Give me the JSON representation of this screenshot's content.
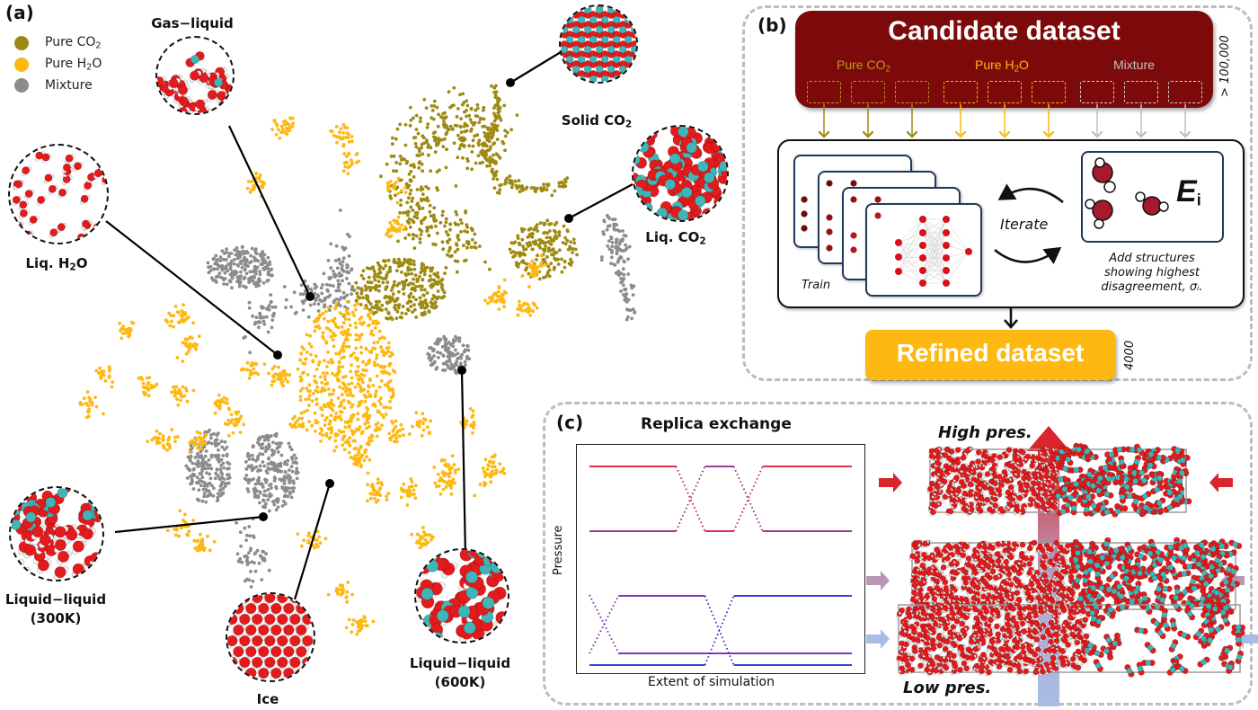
{
  "panels": {
    "a": {
      "label": "(a)",
      "legend": [
        {
          "name": "Pure CO₂",
          "color": "#9e8a13"
        },
        {
          "name": "Pure H₂O",
          "color": "#fdb812"
        },
        {
          "name": "Mixture",
          "color": "#8c8c8c"
        }
      ],
      "insets": [
        {
          "id": "gas-liquid",
          "label": "Gas−liquid"
        },
        {
          "id": "solid-co2",
          "label": "Solid CO₂"
        },
        {
          "id": "liq-co2",
          "label": "Liq. CO₂"
        },
        {
          "id": "liq-h2o",
          "label": "Liq. H₂O"
        },
        {
          "id": "liquid-liquid-300k",
          "label": "Liquid−liquid",
          "sublabel": "(300K)"
        },
        {
          "id": "ice",
          "label": "Ice"
        },
        {
          "id": "liquid-liquid-600k",
          "label": "Liquid−liquid",
          "sublabel": "(600K)"
        }
      ]
    },
    "b": {
      "label": "(b)",
      "candidate": {
        "title": "Candidate dataset",
        "size_note": "> 100,000",
        "categories": [
          {
            "name": "Pure CO₂",
            "color": "#b59a1c"
          },
          {
            "name": "Pure H₂O",
            "color": "#fdb812"
          },
          {
            "name": "Mixture",
            "color": "#bfbfbf"
          }
        ]
      },
      "loop": {
        "train_label": "Train",
        "iterate_label": "Iterate",
        "energy_label": "E",
        "energy_sub": "i",
        "add_note_line1": "Add structures",
        "add_note_line2": "showing highest",
        "add_note_line3": "disagreement, σᵢ."
      },
      "refined": {
        "title": "Refined dataset",
        "size_note": "4000"
      }
    },
    "c": {
      "label": "(c)",
      "plot_title": "Replica exchange",
      "ylabel": "Pressure",
      "xlabel": "Extent of simulation",
      "high_label": "High pres.",
      "low_label": "Low pres."
    }
  },
  "chart_data": {
    "type": "scatter",
    "title": "",
    "xlabel": "",
    "ylabel": "",
    "legend_placement": "top-left",
    "series": [
      {
        "name": "Pure CO₂",
        "color": "#9e8a13",
        "clusters": [
          "ring-shaped cluster",
          "filament to solid CO₂",
          "oval lower-left cluster",
          "liq. CO₂ ring"
        ]
      },
      {
        "name": "Pure H₂O",
        "color": "#fdb812",
        "clusters": [
          "central dense cloud",
          "scattered small islands"
        ]
      },
      {
        "name": "Mixture",
        "color": "#8c8c8c",
        "clusters": [
          "upper-left cluster",
          "gas-liquid cluster",
          "600K cluster",
          "right elongated cluster",
          "two lower-left clusters",
          "small lower cluster"
        ]
      }
    ]
  }
}
